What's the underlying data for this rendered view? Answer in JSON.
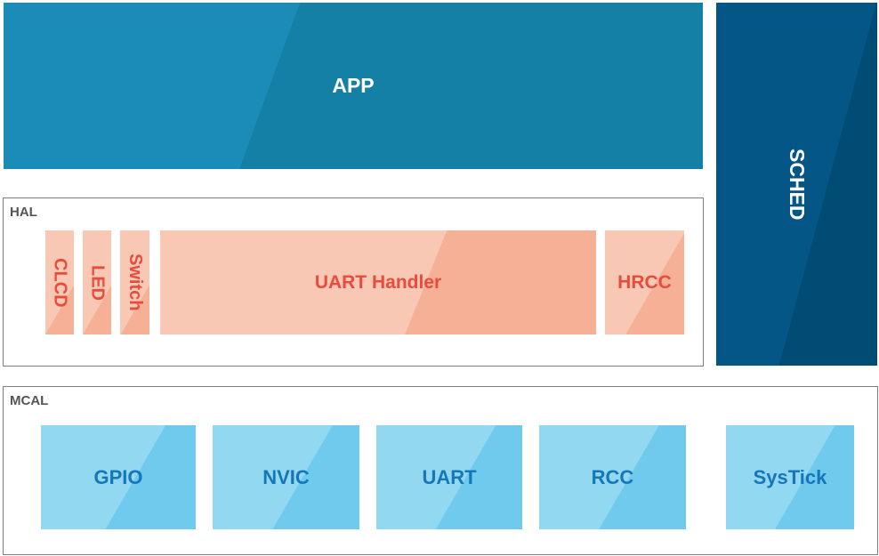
{
  "app": {
    "label": "APP"
  },
  "sched": {
    "label": "SCHED"
  },
  "hal": {
    "title": "HAL",
    "blocks": [
      {
        "label": "CLCD"
      },
      {
        "label": "LED"
      },
      {
        "label": "Switch"
      },
      {
        "label": "UART Handler"
      },
      {
        "label": "HRCC"
      }
    ]
  },
  "mcal": {
    "title": "MCAL",
    "blocks": [
      {
        "label": "GPIO"
      },
      {
        "label": "NVIC"
      },
      {
        "label": "UART"
      },
      {
        "label": "RCC"
      },
      {
        "label": "SysTick"
      }
    ]
  },
  "colors": {
    "app": "#1a8cb7",
    "sched": "#035686",
    "hal_block": "#f8c8b4",
    "hal_text": "#e84c3d",
    "mcal_block": "#92d8f0",
    "mcal_text": "#1577ba"
  }
}
